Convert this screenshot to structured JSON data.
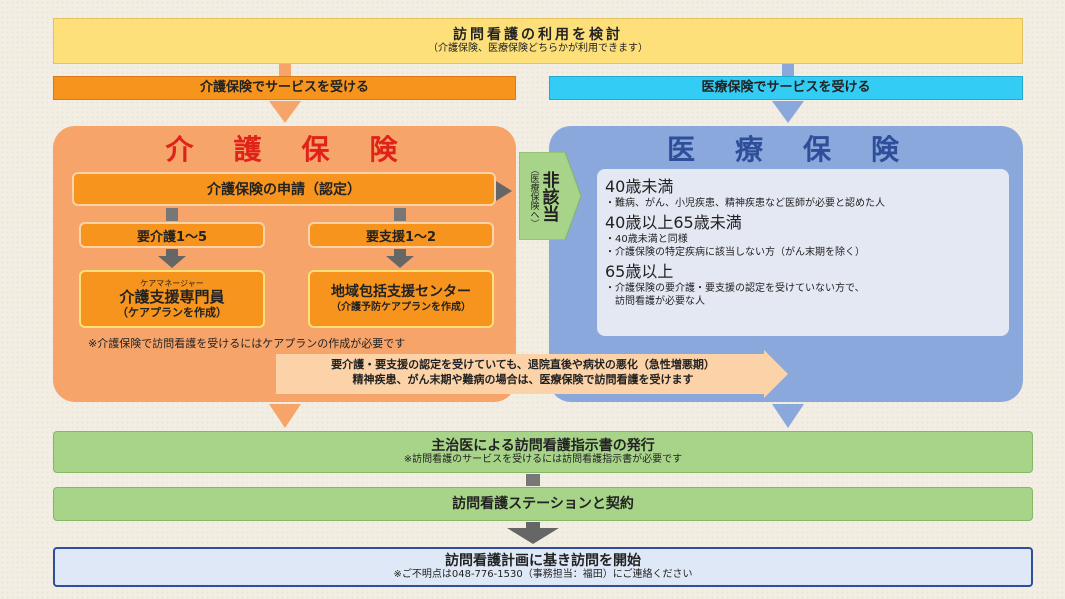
{
  "top": {
    "title": "訪問看護の利用を検討",
    "subtitle": "（介護保険、医療保険どちらかが利用できます）"
  },
  "kaigo_header": "介護保険でサービスを受ける",
  "iryo_header": "医療保険でサービスを受ける",
  "kaigo": {
    "title": "介　護　保　険",
    "application": "介護保険の申請（認定）",
    "yokaigo": "要介護1〜5",
    "yoshien": "要支援1〜2",
    "care_manager_ruby": "ケアマネージャー",
    "care_manager": "介護支援専門員",
    "care_manager_sub": "（ケアプランを作成）",
    "center": "地域包括支援センター",
    "center_sub": "（介護予防ケアプランを作成）",
    "note": "※介護保険で訪問看護を受けるにはケアプランの作成が必要です"
  },
  "hi_gaito": {
    "label": "非該当",
    "sub": "（医療保険へ）"
  },
  "iryo": {
    "title": "医　療　保　険",
    "groups": [
      {
        "heading": "40歳未満",
        "items": [
          "・難病、がん、小児疾患、精神疾患など医師が必要と認めた人"
        ]
      },
      {
        "heading": "40歳以上65歳未満",
        "items": [
          "・40歳未満と同様",
          "・介護保険の特定疾病に該当しない方（がん末期を除く）"
        ]
      },
      {
        "heading": "65歳以上",
        "items": [
          "・介護保険の要介護・要支援の認定を受けていない方で、",
          "　訪問看護が必要な人"
        ]
      }
    ]
  },
  "cross_note": {
    "line1": "要介護・要支援の認定を受けていても、退院直後や病状の悪化（急性増悪期）",
    "line2": "精神疾患、がん末期や難病の場合は、医療保険で訪問看護を受けます"
  },
  "doctor": {
    "title": "主治医による訪問看護指示書の発行",
    "sub": "※訪問看護のサービスを受けるには訪問看護指示書が必要です"
  },
  "station": {
    "title": "訪問看護ステーションと契約"
  },
  "start": {
    "title": "訪問看護計画に基き訪問を開始",
    "sub": "※ご不明点は048-776-1530（事務担当：福田）にご連絡ください"
  },
  "colors": {
    "yellow": "#fde07a",
    "orange_header": "#f7941d",
    "cyan_header": "#33ccf5",
    "kaigo_panel": "#f7a46a",
    "iryo_panel": "#8aa8dc",
    "green": "#a8d48a",
    "start_fill": "#dfe8f7",
    "start_border": "#2e4f9c"
  }
}
